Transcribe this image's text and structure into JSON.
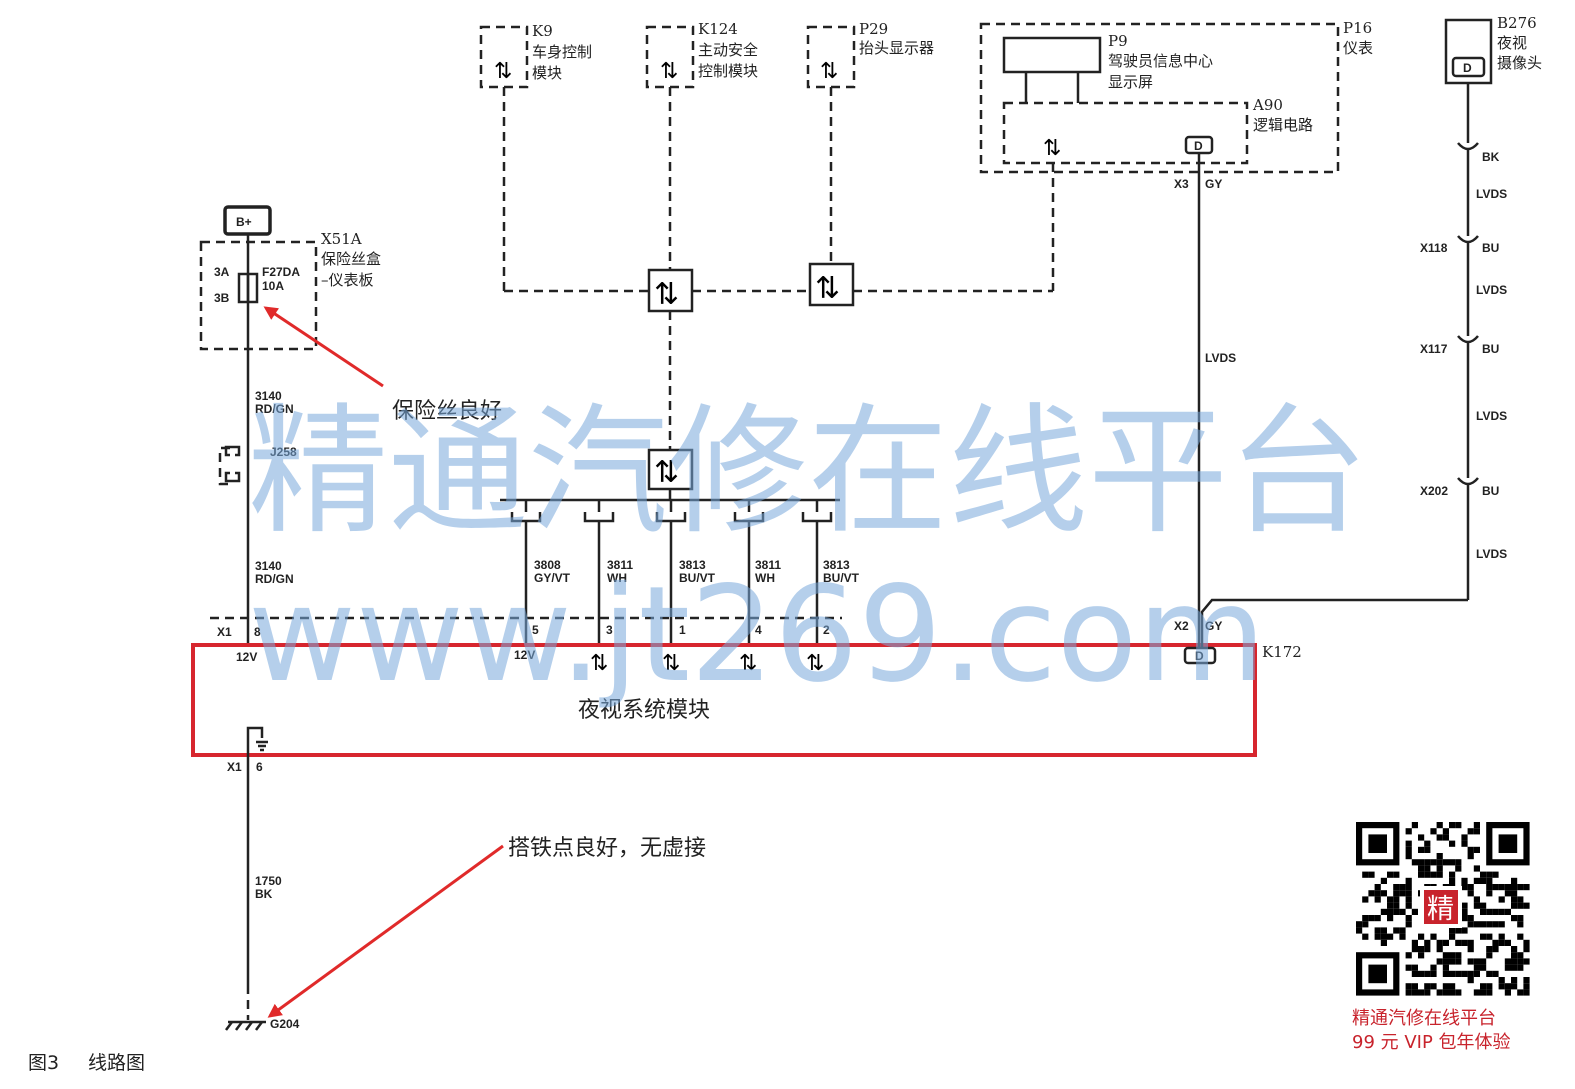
{
  "components": {
    "k9": {
      "id": "K9",
      "name_line1": "车身控制",
      "name_line2": "模块"
    },
    "k124": {
      "id": "K124",
      "name_line1": "主动安全",
      "name_line2": "控制模块"
    },
    "p29": {
      "id": "P29",
      "name": "抬头显示器"
    },
    "p16": {
      "id": "P16",
      "name": "仪表"
    },
    "p9": {
      "id": "P9",
      "name_line1": "驾驶员信息中心",
      "name_line2": "显示屏"
    },
    "a90": {
      "id": "A90",
      "name": "逻辑电路"
    },
    "b276": {
      "id": "B276",
      "name_line1": "夜视",
      "name_line2": "摄像头"
    },
    "x51a": {
      "id": "X51A",
      "name_line1": "保险丝盒",
      "name_line2": "–仪表板",
      "fuse_id": "F27DA",
      "fuse_rating": "10A",
      "pin_a": "3A",
      "pin_b": "3B"
    },
    "j258": {
      "id": "J258"
    },
    "k172": {
      "id": "K172",
      "name": "夜视系统模块"
    },
    "g204": {
      "id": "G204"
    },
    "battery": {
      "label": "B+"
    }
  },
  "wires": {
    "w3140_top": {
      "circuit": "3140",
      "color": "RD/GN"
    },
    "w3140_bot": {
      "circuit": "3140",
      "color": "RD/GN"
    },
    "w3808": {
      "circuit": "3808",
      "color": "GY/VT"
    },
    "w3811a": {
      "circuit": "3811",
      "color": "WH"
    },
    "w3813a": {
      "circuit": "3813",
      "color": "BU/VT"
    },
    "w3811b": {
      "circuit": "3811",
      "color": "WH"
    },
    "w3813b": {
      "circuit": "3813",
      "color": "BU/VT"
    },
    "w1750": {
      "circuit": "1750",
      "color": "BK"
    }
  },
  "pins": {
    "x1_8": {
      "conn": "X1",
      "pin": "8",
      "sig": "12V"
    },
    "pin5": {
      "pin": "5",
      "sig": "12V"
    },
    "pin3": "3",
    "pin1": "1",
    "pin4": "4",
    "pin2": "2",
    "x1_6": {
      "conn": "X1",
      "pin": "6"
    },
    "x2": {
      "conn": "X2",
      "color": "GY"
    },
    "x3": {
      "conn": "X3",
      "color": "GY"
    }
  },
  "camera_chain": {
    "bk": "BK",
    "lvds": "LVDS",
    "x118": {
      "conn": "X118",
      "color": "BU"
    },
    "x117": {
      "conn": "X117",
      "color": "BU"
    },
    "x202": {
      "conn": "X202",
      "color": "BU"
    }
  },
  "dlabel": "D",
  "lvds_mid": "LVDS",
  "annotations": {
    "fuse_ok": "保险丝良好",
    "ground_ok": "搭铁点良好，无虚接"
  },
  "watermark": {
    "line1": "精通汽修在线平台",
    "line2": "www.jt269.com"
  },
  "promo": {
    "qr_char": "精",
    "line1": "精通汽修在线平台",
    "line2": "99 元 VIP 包年体验"
  },
  "caption": {
    "fig": "图3",
    "title": "线路图"
  },
  "colors": {
    "highlight_red": "#d7262e",
    "watermark_blue": "#79a9dc",
    "line": "#222222"
  }
}
